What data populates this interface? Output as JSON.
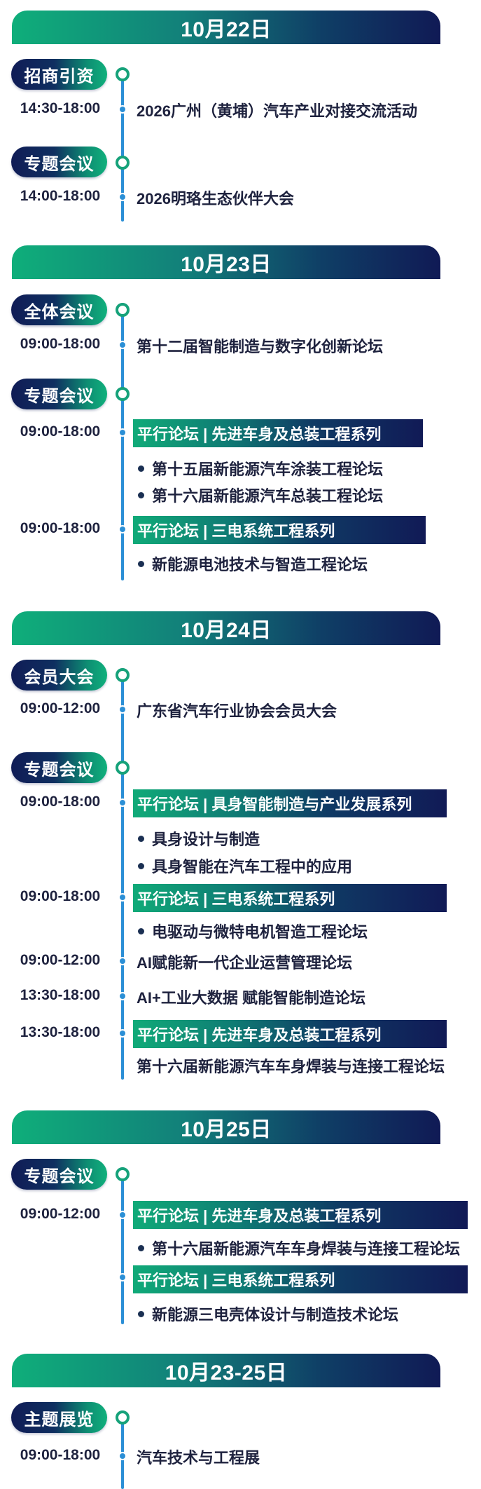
{
  "days": [
    {
      "date": "10月22日",
      "sessions": [
        {
          "category": "招商引资",
          "items": [
            {
              "time": "14:30-18:00",
              "event": "2026广州（黄埔）汽车产业对接交流活动"
            }
          ]
        },
        {
          "category": "专题会议",
          "items": [
            {
              "time": "14:00-18:00",
              "event": "2026明珞生态伙伴大会"
            }
          ]
        }
      ]
    },
    {
      "date": "10月23日",
      "sessions": [
        {
          "category": "全体会议",
          "items": [
            {
              "time": "09:00-18:00",
              "event": "第十二届智能制造与数字化创新论坛"
            }
          ]
        },
        {
          "category": "专题会议",
          "forums": [
            {
              "time": "09:00-18:00",
              "title": "平行论坛 | 先进车身及总装工程系列",
              "entries": [
                "第十五届新能源汽车涂装工程论坛",
                "第十六届新能源汽车总装工程论坛"
              ]
            },
            {
              "time": "09:00-18:00",
              "title": "平行论坛 | 三电系统工程系列",
              "entries": [
                "新能源电池技术与智造工程论坛"
              ]
            }
          ]
        }
      ]
    },
    {
      "date": "10月24日",
      "sessions": [
        {
          "category": "会员大会",
          "items": [
            {
              "time": "09:00-12:00",
              "event": "广东省汽车行业协会会员大会"
            }
          ]
        },
        {
          "category": "专题会议",
          "forums": [
            {
              "time": "09:00-18:00",
              "title": "平行论坛 | 具身智能制造与产业发展系列",
              "entries": [
                "具身设计与制造",
                "具身智能在汽车工程中的应用"
              ]
            },
            {
              "time": "09:00-18:00",
              "title": "平行论坛 | 三电系统工程系列",
              "entries": [
                "电驱动与微特电机智造工程论坛"
              ]
            }
          ],
          "items": [
            {
              "time": "09:00-12:00",
              "event": "AI赋能新一代企业运营管理论坛"
            },
            {
              "time": "13:30-18:00",
              "event": "AI+工业大数据 赋能智能制造论坛"
            }
          ],
          "final_forum": {
            "time": "13:30-18:00",
            "title": "平行论坛 | 先进车身及总装工程系列",
            "entry": "第十六届新能源汽车车身焊装与连接工程论坛"
          }
        }
      ]
    },
    {
      "date": "10月25日",
      "sessions": [
        {
          "category": "专题会议",
          "time": "09:00-12:00",
          "forums": [
            {
              "title": "平行论坛 | 先进车身及总装工程系列",
              "entries": [
                "第十六届新能源汽车车身焊装与连接工程论坛"
              ]
            },
            {
              "title": "平行论坛 | 三电系统工程系列",
              "entries": [
                "新能源三电壳体设计与制造技术论坛"
              ]
            }
          ]
        }
      ]
    },
    {
      "date": "10月23-25日",
      "sessions": [
        {
          "category": "主题展览",
          "items": [
            {
              "time": "09:00-18:00",
              "event": "汽车技术与工程展"
            }
          ]
        }
      ]
    }
  ]
}
